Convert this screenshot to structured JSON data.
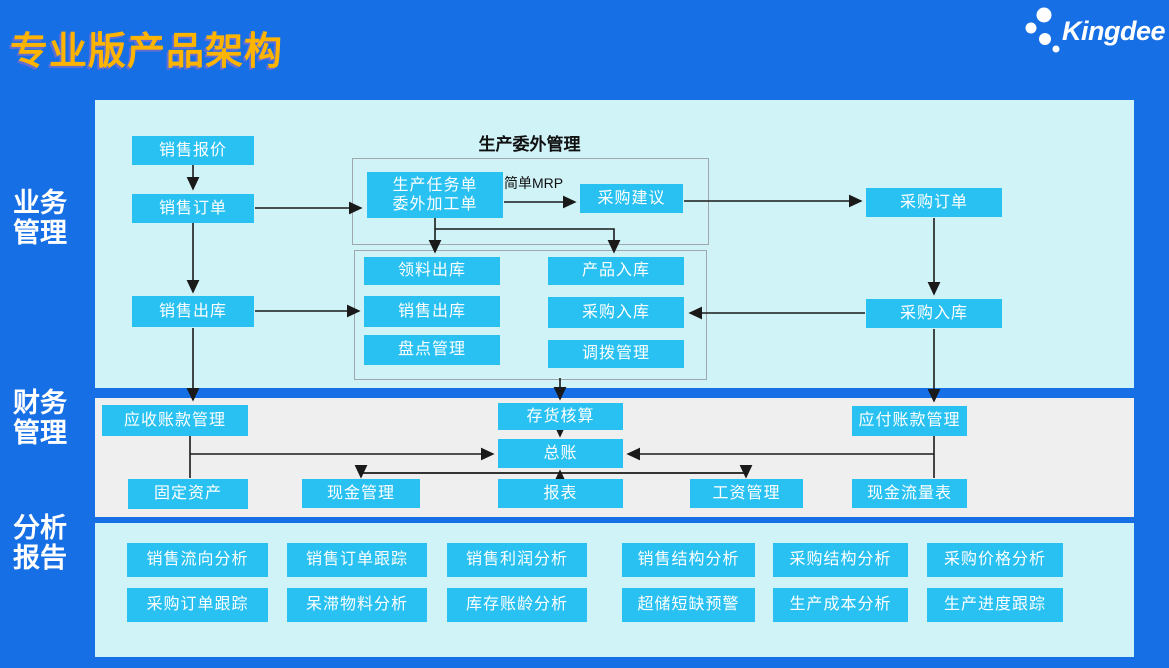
{
  "header": {
    "title": "专业版产品架构",
    "brand": "Kingdee"
  },
  "colors": {
    "background": "#176FE6",
    "panel_cyan": "#CFF3F7",
    "panel_gray": "#F0EFF0",
    "box_cyan": "#28C1F2",
    "title_yellow": "#FFB400",
    "arrow": "#1a1a1a"
  },
  "bands": [
    {
      "line1": "业务",
      "line2": "管理"
    },
    {
      "line1": "财务",
      "line2": "管理"
    },
    {
      "line1": "分析",
      "line2": "报告"
    }
  ],
  "business": {
    "sales_quote": "销售报价",
    "sales_order": "销售订单",
    "sales_delivery_left": "销售出库",
    "mrp_group_title": "生产委外管理",
    "prod_task_line1": "生产任务单",
    "prod_task_line2": "委外加工单",
    "mrp_arrow_label": "简单MRP",
    "purchase_suggestion": "采购建议",
    "purchase_order": "采购订单",
    "purchase_inbound_right": "采购入库",
    "inventory": {
      "material_issue": "领料出库",
      "product_inbound": "产品入库",
      "sales_outbound": "销售出库",
      "purchase_inbound": "采购入库",
      "stocktake": "盘点管理",
      "transfer": "调拨管理"
    }
  },
  "finance": {
    "accounts_receivable": "应收账款管理",
    "inventory_accounting": "存货核算",
    "general_ledger": "总账",
    "accounts_payable": "应付账款管理",
    "fixed_assets": "固定资产",
    "cash_management": "现金管理",
    "reports": "报表",
    "payroll": "工资管理",
    "cash_flow_statement": "现金流量表"
  },
  "analysis": {
    "rows": [
      [
        "销售流向分析",
        "销售订单跟踪",
        "销售利润分析",
        "销售结构分析",
        "采购结构分析",
        "采购价格分析"
      ],
      [
        "采购订单跟踪",
        "呆滞物料分析",
        "库存账龄分析",
        "超储短缺预警",
        "生产成本分析",
        "生产进度跟踪"
      ]
    ]
  }
}
